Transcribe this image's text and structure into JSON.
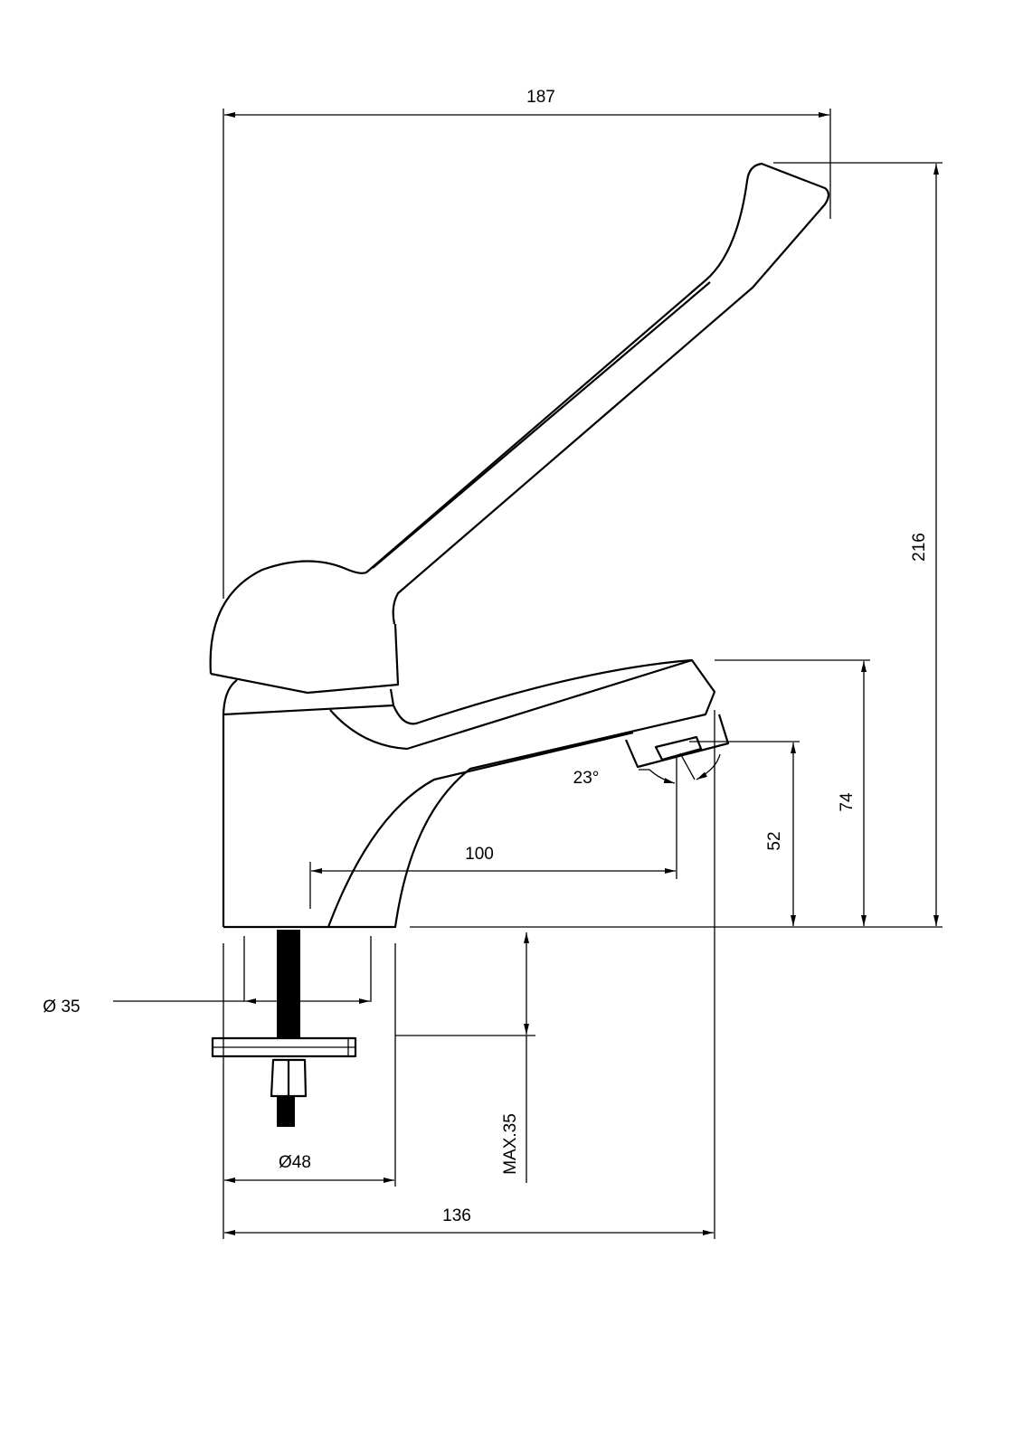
{
  "drawing": {
    "title": "Faucet side view technical drawing",
    "units": "mm",
    "dimensions": {
      "overall_width": "187",
      "overall_height": "216",
      "spout_height": "74",
      "outlet_height": "52",
      "spout_reach": "100",
      "outlet_angle": "23°",
      "hole_diameter": "Ø 35",
      "base_diameter": "Ø48",
      "base_depth": "136",
      "max_thickness": "MAX.35"
    }
  }
}
